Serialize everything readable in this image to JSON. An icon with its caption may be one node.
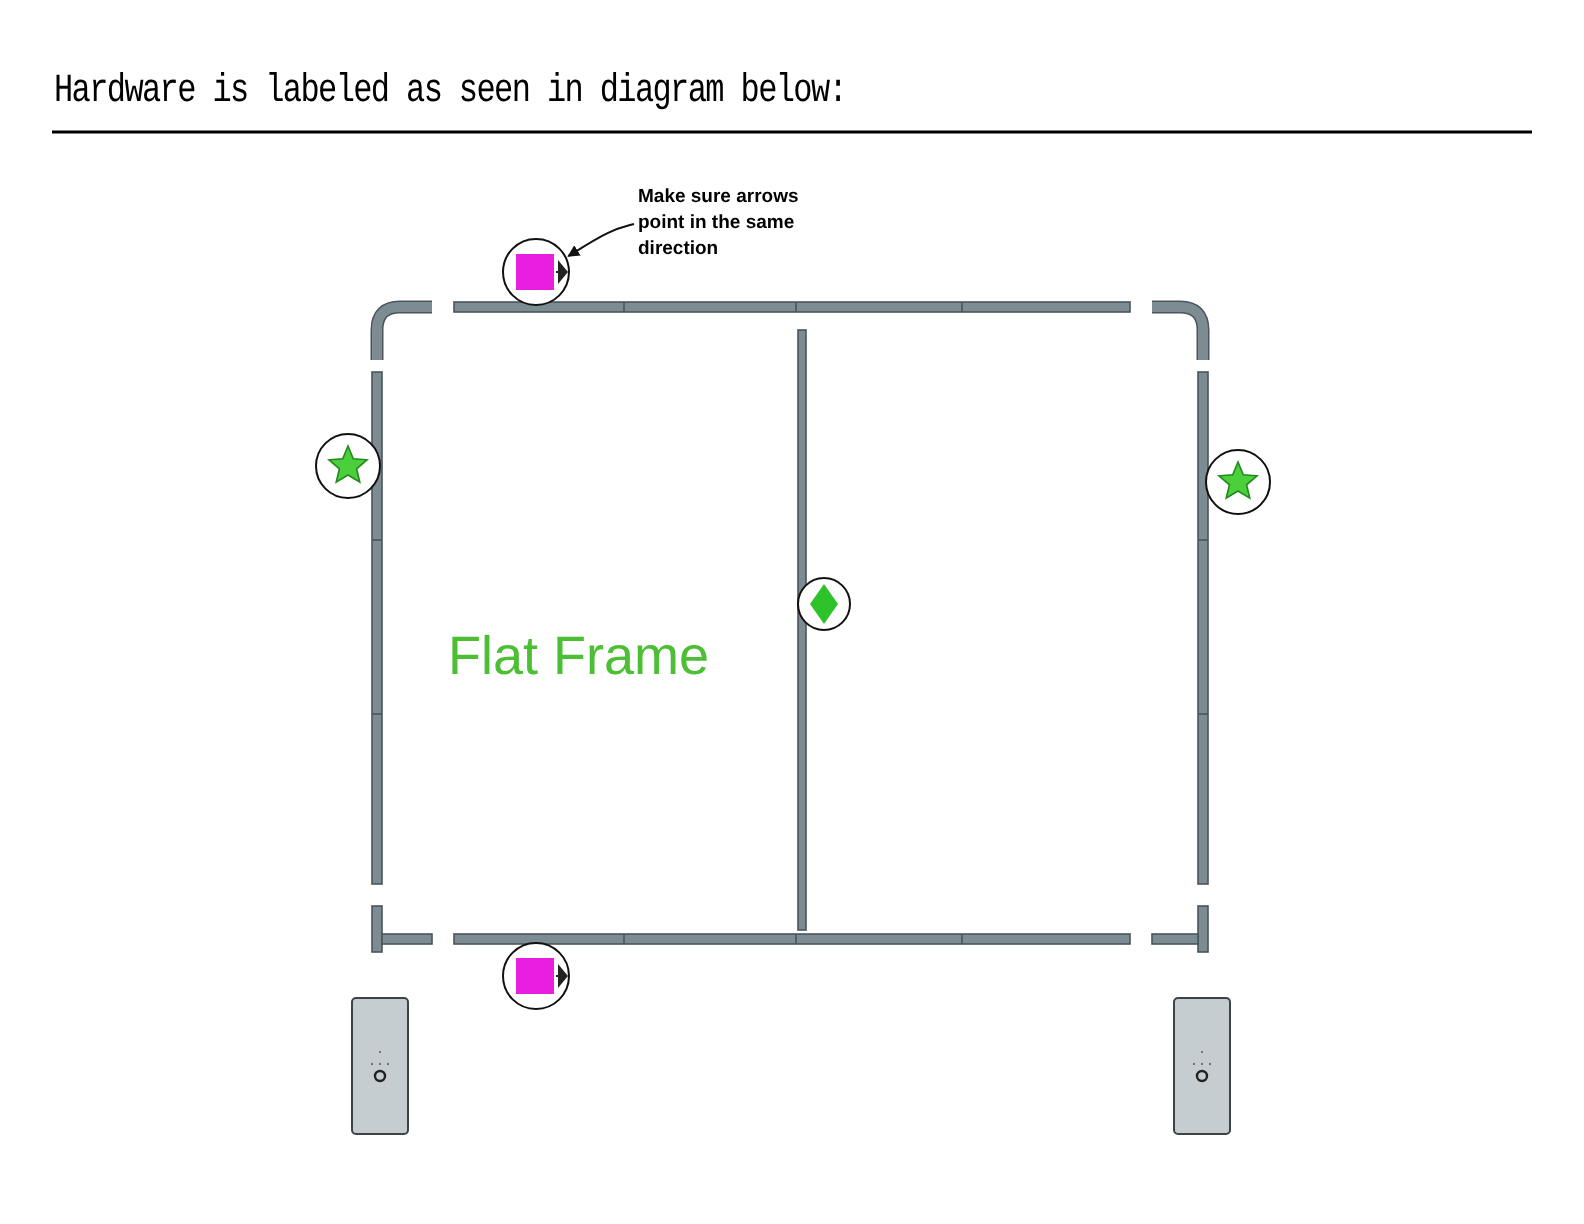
{
  "diagram": {
    "title": "Hardware is labeled as seen in diagram below:",
    "nodes": [
      {
        "text": [
          "Make sure arrows point in the same direction"
        ]
      },
      {
        "text": [],
        "shape": "circle"
      }
    ],
    "edges": [
      {
        "from": 0,
        "to": 1,
        "arrow": "to"
      }
    ],
    "labels": [
      "Flat Frame"
    ]
  }
}
